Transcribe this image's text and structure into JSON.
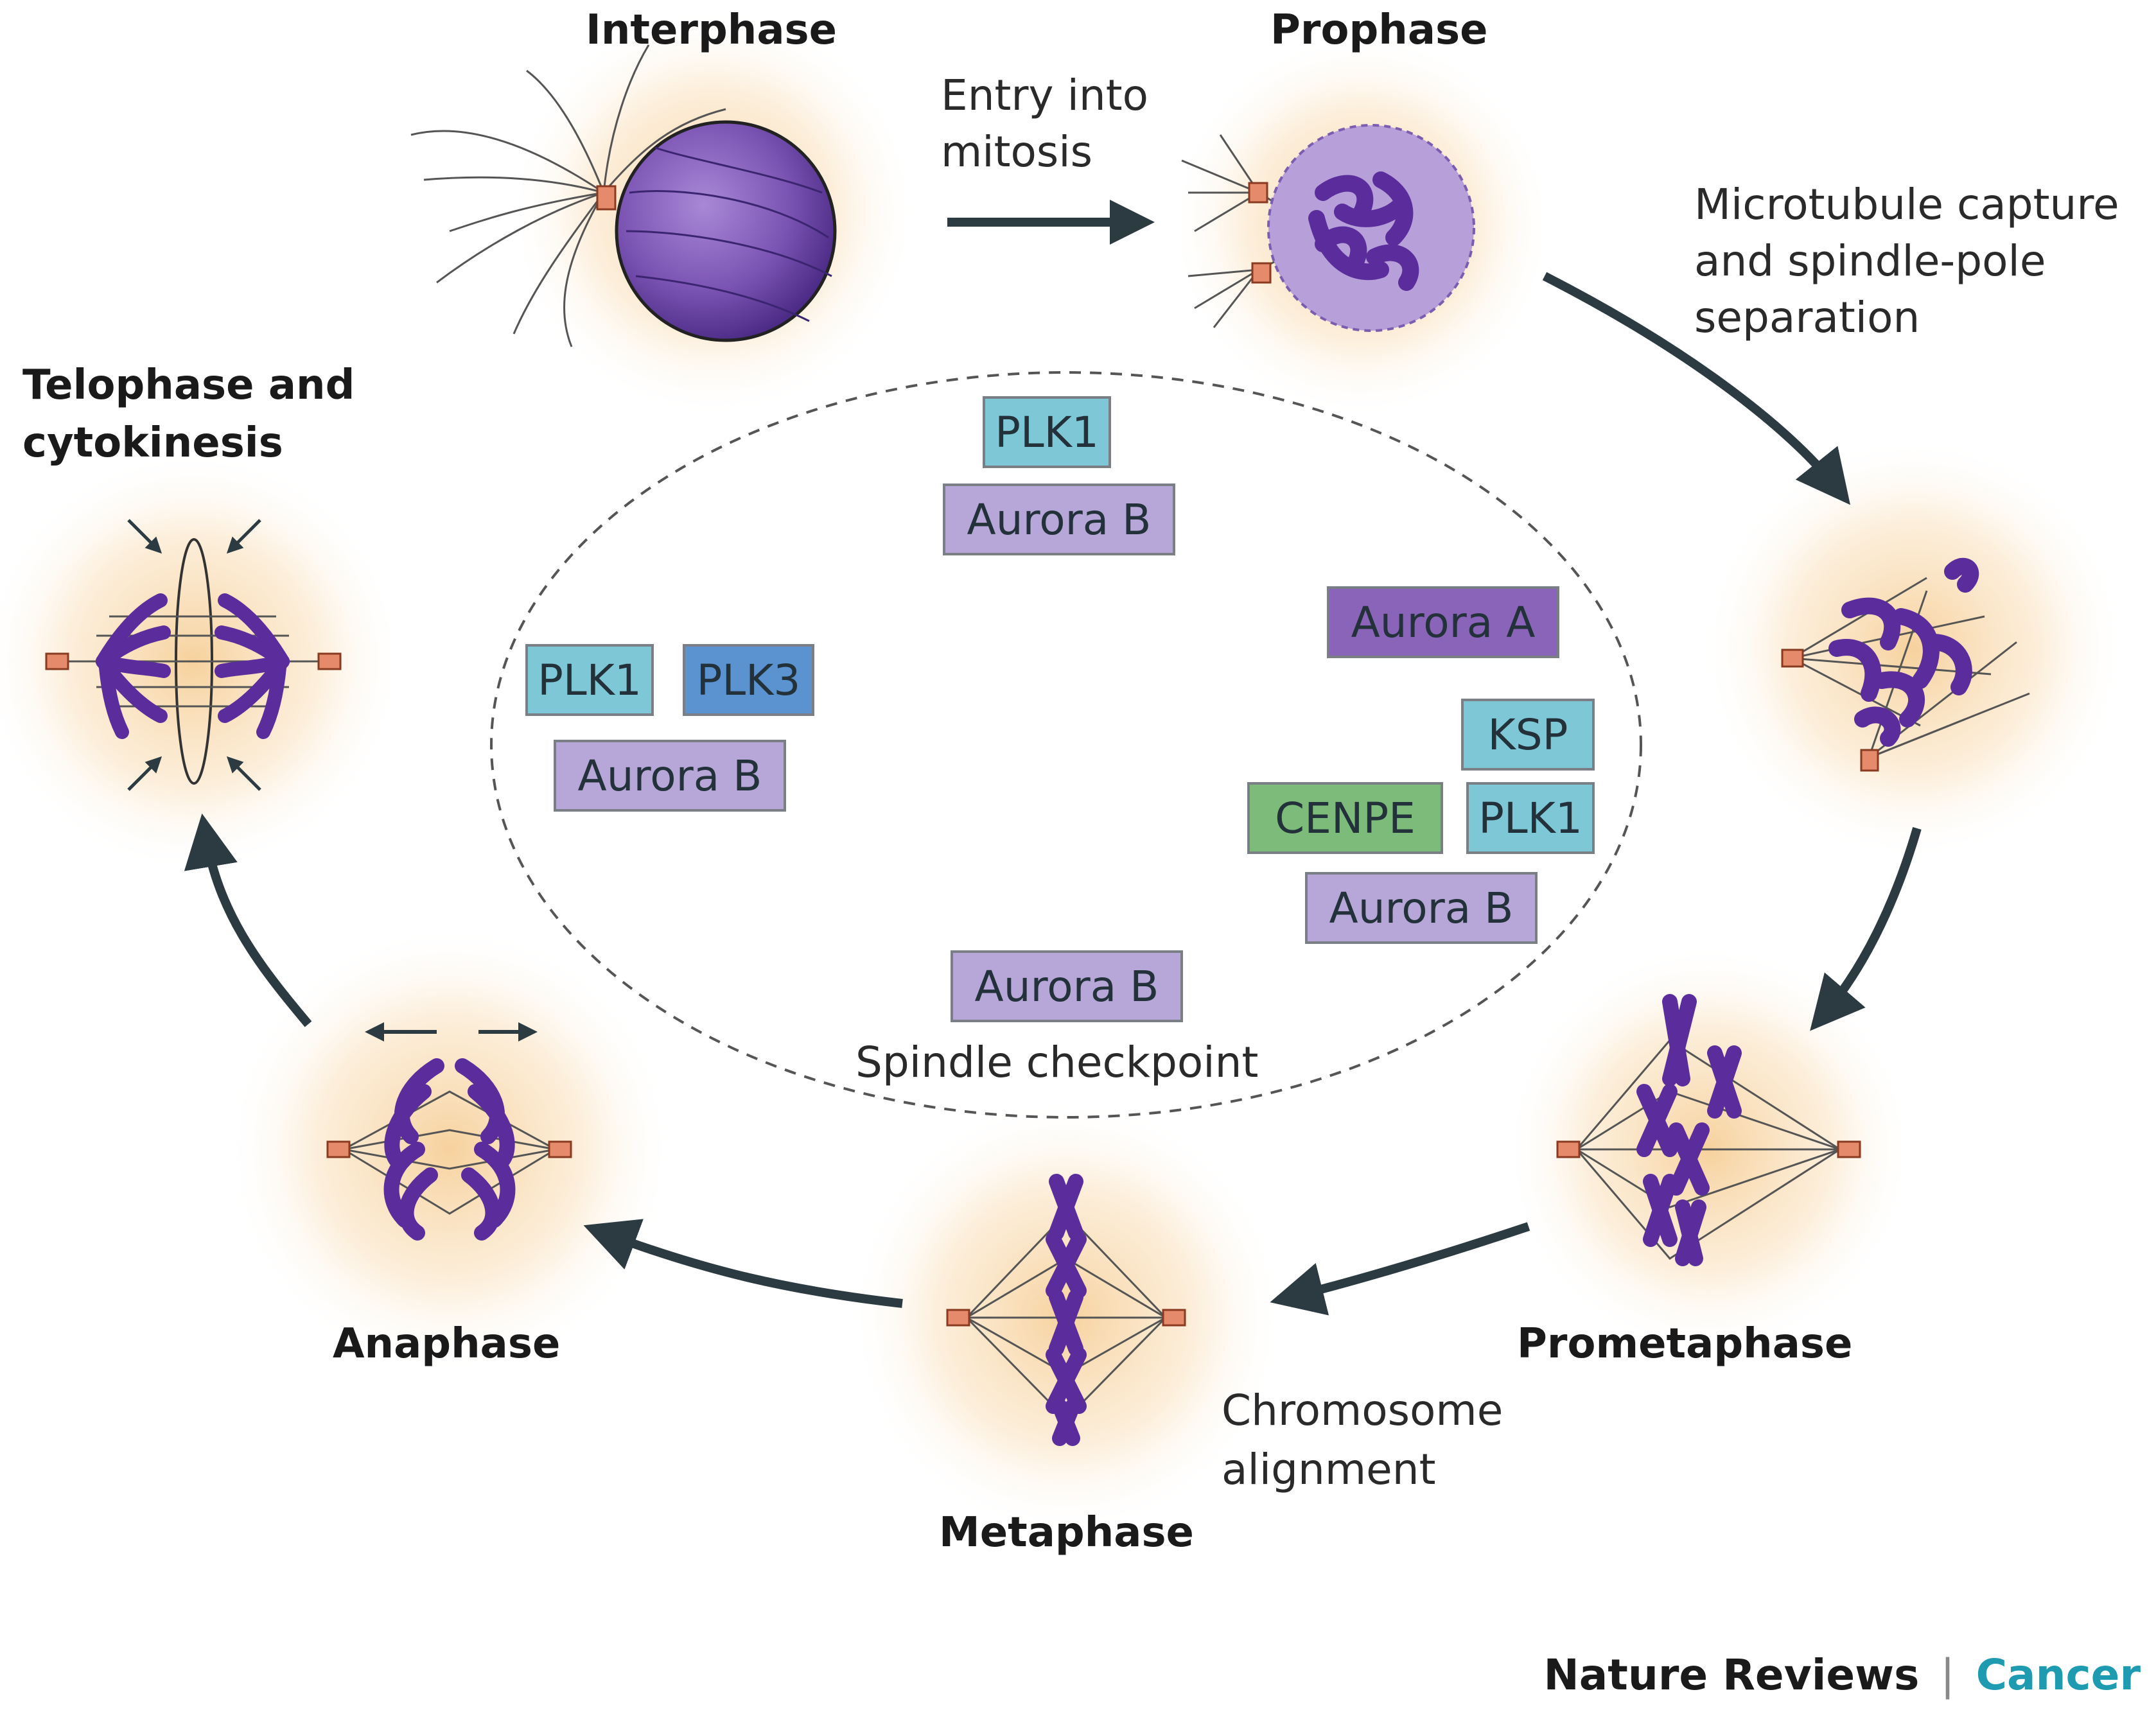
{
  "stages": {
    "interphase": "Interphase",
    "prophase": "Prophase",
    "telophase_line1": "Telophase and",
    "telophase_line2": "cytokinesis",
    "anaphase": "Anaphase",
    "metaphase": "Metaphase",
    "prometaphase": "Prometaphase"
  },
  "transitions": {
    "entry_line1": "Entry into",
    "entry_line2": "mitosis",
    "capture_line1": "Microtubule capture",
    "capture_line2": "and spindle-pole",
    "capture_line3": "separation",
    "alignment_line1": "Chromosome",
    "alignment_line2": "alignment"
  },
  "kinases": {
    "top_plk1": "PLK1",
    "top_aurora_b": "Aurora B",
    "left_plk1": "PLK1",
    "left_plk3": "PLK3",
    "left_aurora_b": "Aurora B",
    "right_aurora_a": "Aurora A",
    "right_ksp": "KSP",
    "right_cenpe": "CENPE",
    "right_plk1": "PLK1",
    "right_aurora_b": "Aurora B",
    "bottom_aurora_b": "Aurora B"
  },
  "checkpoint_label": "Spindle checkpoint",
  "brand": {
    "journal": "Nature Reviews",
    "separator": "|",
    "section": "Cancer"
  },
  "colors": {
    "chromosome": "#5b2d9c",
    "nucleus": "#7b54b3",
    "arrow": "#2c3a42",
    "halo": "#f6cf98",
    "centrosome": "#e58a6a",
    "plk": "#7dc7d6",
    "aurora_b": "#b7a6d8",
    "aurora_a": "#8a64b8",
    "cenpe": "#7dbb7a",
    "brand_accent": "#1e9bb0"
  }
}
